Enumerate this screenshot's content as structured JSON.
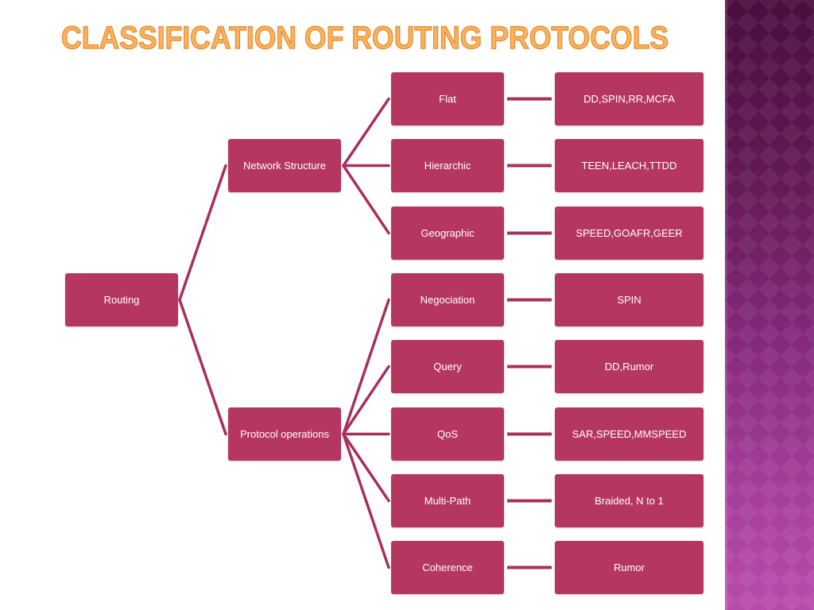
{
  "slide": {
    "title": "CLASSIFICATION OF ROUTING PROTOCOLS"
  },
  "theme": {
    "title_fill": "#f8b35f",
    "title_stroke": "#ea8526",
    "node_color": "#b5375f",
    "connector_color": "#a8305a",
    "node_text_color": "#ffffff",
    "side_panel_top": "#4a0e3e",
    "side_panel_bottom": "#b84cab"
  },
  "diagram": {
    "root": {
      "label": "Routing"
    },
    "branches": [
      {
        "label": "Network Structure",
        "children": [
          {
            "label": "Flat",
            "protocols": "DD,SPIN,RR,MCFA"
          },
          {
            "label": "Hierarchic",
            "protocols": "TEEN,LEACH,TTDD"
          },
          {
            "label": "Geographic",
            "protocols": "SPEED,GOAFR,GEER"
          }
        ]
      },
      {
        "label": "Protocol operations",
        "children": [
          {
            "label": "Negociation",
            "protocols": "SPIN"
          },
          {
            "label": "Query",
            "protocols": "DD,Rumor"
          },
          {
            "label": "QoS",
            "protocols": "SAR,SPEED,MMSPEED"
          },
          {
            "label": "Multi-Path",
            "protocols": "Braided, N to 1"
          },
          {
            "label": "Coherence",
            "protocols": "Rumor"
          }
        ]
      }
    ]
  }
}
